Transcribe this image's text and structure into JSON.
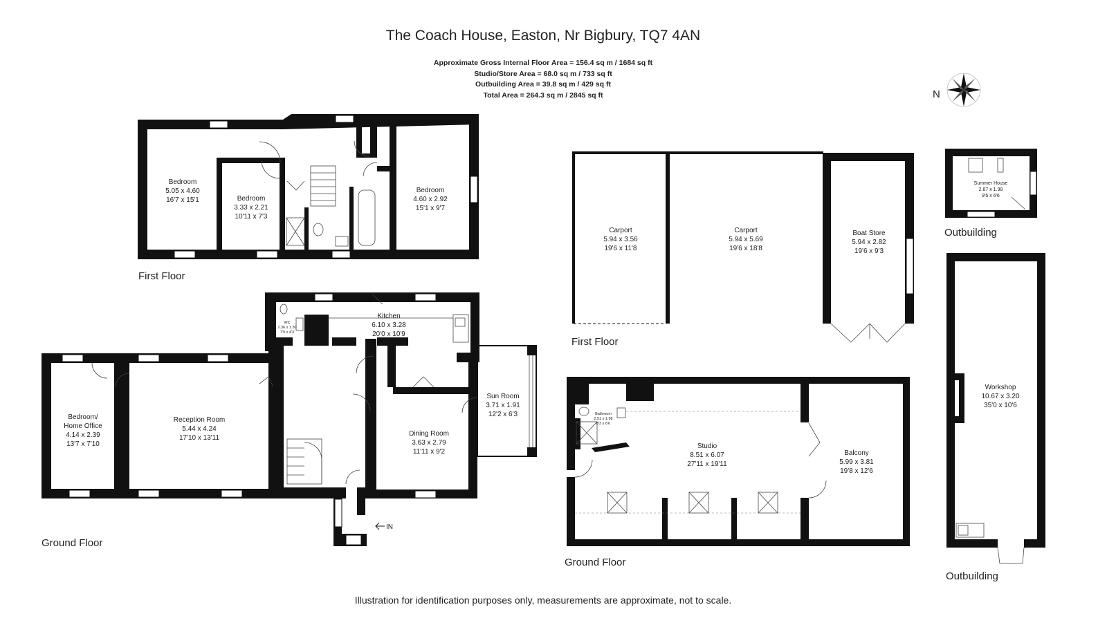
{
  "header": {
    "title": "The Coach House, Easton, Nr Bigbury, TQ7 4AN",
    "areas": [
      "Approximate Gross Internal Floor Area  = 156.4 sq m / 1684 sq ft",
      "Studio/Store Area = 68.0 sq m  / 733 sq ft",
      "Outbuilding Area = 39.8 sq m  / 429 sq ft",
      "Total Area = 264.3 sq m  / 2845 sq ft"
    ]
  },
  "compass": {
    "label": "N"
  },
  "floor_labels": {
    "house_first": "First Floor",
    "house_ground": "Ground Floor",
    "studio_first": "First Floor",
    "studio_ground": "Ground Floor",
    "outbuilding_summer": "Outbuilding",
    "outbuilding_workshop": "Outbuilding"
  },
  "rooms": {
    "bedroom1": {
      "name": "Bedroom",
      "metric": "5.05 x 4.60",
      "imperial": "16'7 x 15'1"
    },
    "bedroom2": {
      "name": "Bedroom",
      "metric": "3.33 x 2.21",
      "imperial": "10'11 x 7'3"
    },
    "bedroom3": {
      "name": "Bedroom",
      "metric": "4.60 x 2.92",
      "imperial": "15'1 x 9'7"
    },
    "kitchen": {
      "name": "Kitchen",
      "metric": "6.10 x 3.28",
      "imperial": "20'0 x 10'9"
    },
    "wc": {
      "name": "WC",
      "metric": "2.36 x 1.30",
      "imperial": "7'9 x 4'3"
    },
    "sun_room": {
      "name": "Sun Room",
      "metric": "3.71 x 1.91",
      "imperial": "12'2 x 6'3"
    },
    "bedroom_office": {
      "name1": "Bedroom/",
      "name2": "Home Office",
      "metric": "4.14 x 2.39",
      "imperial": "13'7 x 7'10"
    },
    "reception": {
      "name": "Reception Room",
      "metric": "5.44 x 4.24",
      "imperial": "17'10 x 13'11"
    },
    "dining": {
      "name": "Dining Room",
      "metric": "3.63 x 2.79",
      "imperial": "11'11 x 9'2"
    },
    "carport1": {
      "name": "Carport",
      "metric": "5.94 x 3.56",
      "imperial": "19'6 x 11'8"
    },
    "carport2": {
      "name": "Carport",
      "metric": "5.94 x 5.69",
      "imperial": "19'6 x 18'8"
    },
    "boat_store": {
      "name": "Boat Store",
      "metric": "5.94 x 2.82",
      "imperial": "19'6 x 9'3"
    },
    "summer_house": {
      "name": "Summer House",
      "metric": "2.87 x 1.98",
      "imperial": "9'5 x 6'6"
    },
    "studio": {
      "name": "Studio",
      "metric": "8.51 x 6.07",
      "imperial": "27'11 x 19'11"
    },
    "balcony": {
      "name": "Balcony",
      "metric": "5.99 x 3.81",
      "imperial": "19'8 x 12'6"
    },
    "bathroom": {
      "name": "Bathroom",
      "metric": "2.51 x 1.98",
      "imperial": "8'3 x 6'6"
    },
    "workshop": {
      "name": "Workshop",
      "metric": "10.67 x 3.20",
      "imperial": "35'0 x 10'6"
    }
  },
  "entrance": {
    "label": "IN"
  },
  "footer": {
    "note": "Illustration for identification purposes only, measurements are approximate, not to scale."
  },
  "colors": {
    "wall": "#111111",
    "text": "#222222",
    "background": "#ffffff"
  }
}
